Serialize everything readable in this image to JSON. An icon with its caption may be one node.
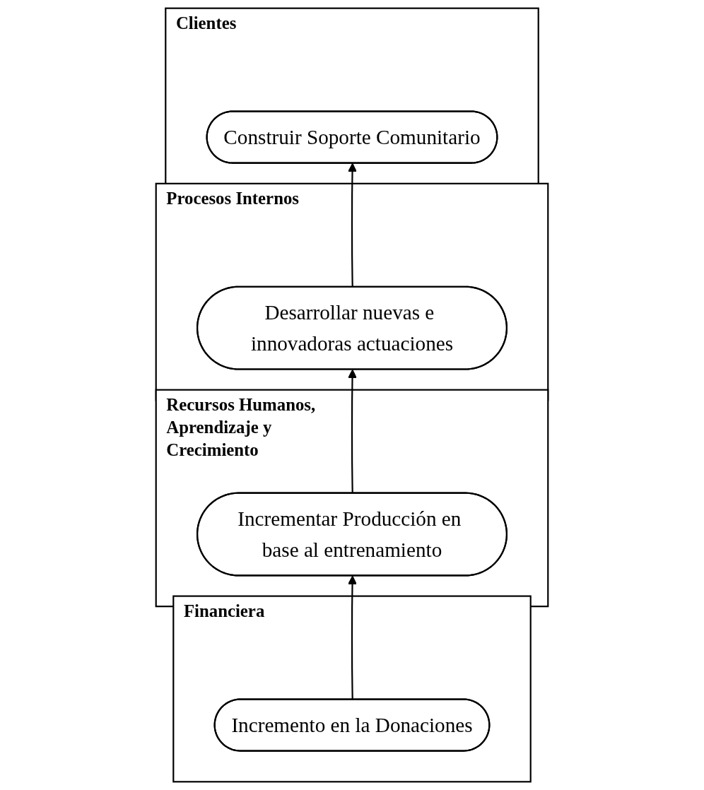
{
  "diagram": {
    "nodes": [
      {
        "text": [
          "Clientes"
        ]
      },
      {
        "text": [
          "Construir Soporte Comunitario"
        ],
        "in": 0
      },
      {
        "text": [
          "Procesos Internos"
        ]
      },
      {
        "text": [
          "Desarrollar nuevas e innovadoras actuaciones"
        ],
        "in": 2
      },
      {
        "text": [
          "Recursos Humanos, Aprendizaje y Crecimiento"
        ]
      },
      {
        "text": [
          "Incrementar Producción en base al entrenamiento"
        ],
        "in": 4
      },
      {
        "text": [
          "Financiera"
        ]
      },
      {
        "text": [
          "Incremento en la Donaciones"
        ],
        "in": 6
      }
    ],
    "edges": [
      {
        "from": 7,
        "to": 5,
        "arrow": "to"
      },
      {
        "from": 5,
        "to": 3,
        "arrow": "to"
      },
      {
        "from": 3,
        "to": 1,
        "arrow": "to"
      }
    ]
  }
}
